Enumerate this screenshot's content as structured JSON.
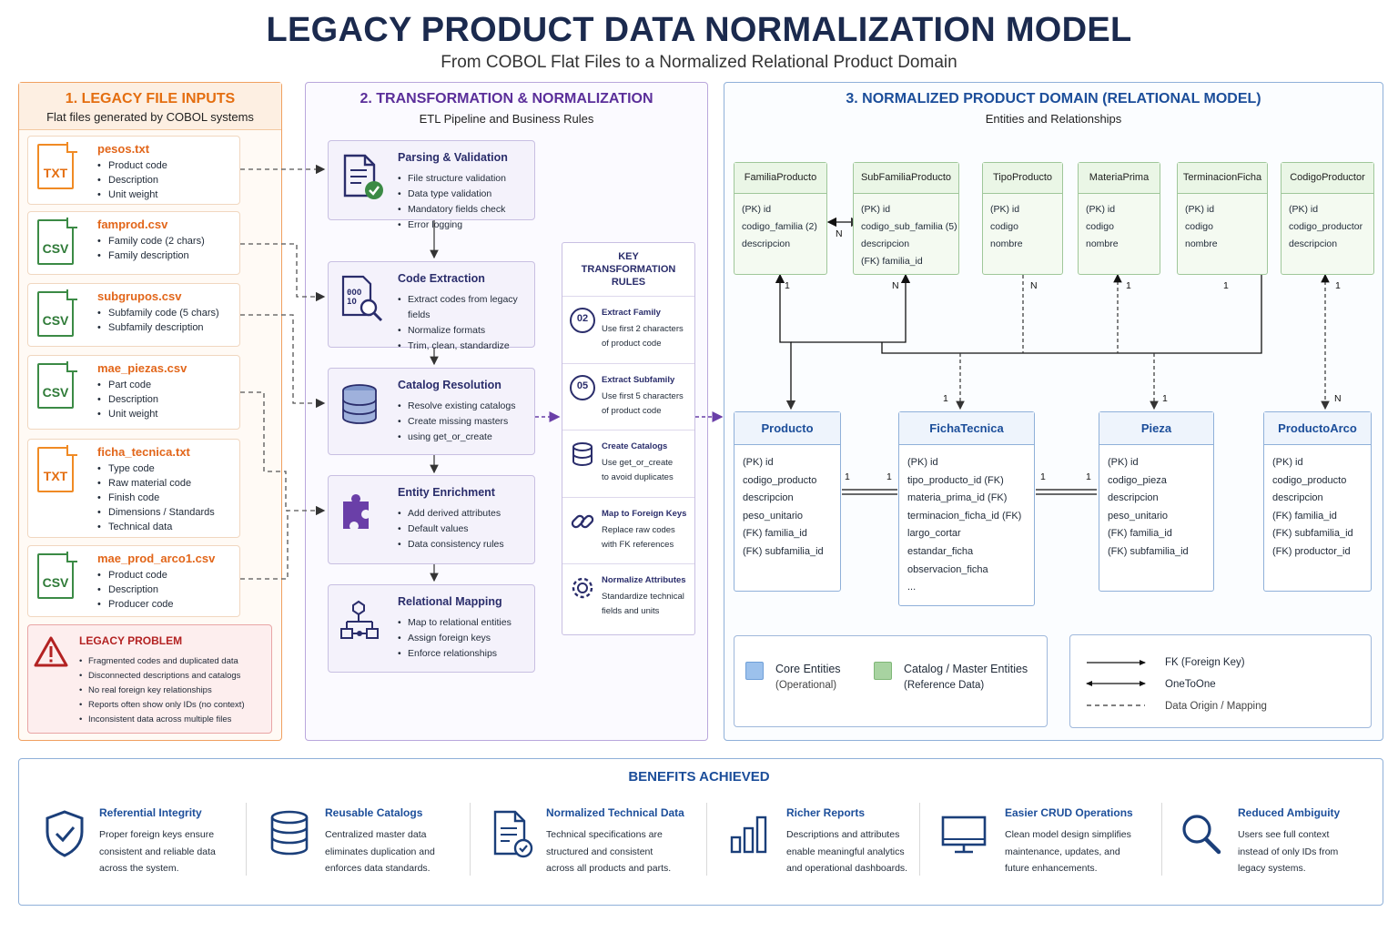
{
  "title": "LEGACY PRODUCT DATA NORMALIZATION MODEL",
  "subtitle": "From COBOL Flat Files to a Normalized Relational Product Domain",
  "colors": {
    "orange": "#f08a24",
    "purple": "#6a3fa8",
    "navy": "#1c4e9a",
    "green": "#3b8a45",
    "red": "#b32222"
  },
  "panel1": {
    "title": "1.  LEGACY FILE INPUTS",
    "subtitle": "Flat files generated by COBOL systems",
    "files": [
      {
        "type": "TXT",
        "name": "pesos.txt",
        "items": [
          "Product code",
          "Description",
          "Unit weight"
        ]
      },
      {
        "type": "CSV",
        "name": "famprod.csv",
        "items": [
          "Family code (2 chars)",
          "Family description"
        ]
      },
      {
        "type": "CSV",
        "name": "subgrupos.csv",
        "items": [
          "Subfamily code (5 chars)",
          "Subfamily description"
        ]
      },
      {
        "type": "CSV",
        "name": "mae_piezas.csv",
        "items": [
          "Part code",
          "Description",
          "Unit weight"
        ]
      },
      {
        "type": "TXT",
        "name": "ficha_tecnica.txt",
        "items": [
          "Type code",
          "Raw material code",
          "Finish code",
          "Dimensions / Standards",
          "Technical data"
        ]
      },
      {
        "type": "CSV",
        "name": "mae_prod_arco1.csv",
        "items": [
          "Product code",
          "Description",
          "Producer code"
        ]
      }
    ],
    "problem": {
      "title": "LEGACY PROBLEM",
      "icon": "warning-icon",
      "items": [
        "Fragmented codes and duplicated data",
        "Disconnected descriptions and catalogs",
        "No real foreign key relationships",
        "Reports often show only IDs (no context)",
        "Inconsistent data across multiple files"
      ]
    }
  },
  "panel2": {
    "title": "2.  TRANSFORMATION & NORMALIZATION",
    "subtitle": "ETL Pipeline and Business Rules",
    "steps": [
      {
        "title": "Parsing & Validation",
        "icon": "document-check-icon",
        "items": [
          "File structure validation",
          "Data type validation",
          "Mandatory fields check",
          "Error logging"
        ]
      },
      {
        "title": "Code Extraction",
        "icon": "binary-search-icon",
        "items": [
          "Extract codes from legacy fields",
          "Normalize formats",
          "Trim, clean, standardize"
        ]
      },
      {
        "title": "Catalog Resolution",
        "icon": "database-icon",
        "items": [
          "Resolve existing catalogs",
          "Create missing masters",
          "using get_or_create"
        ]
      },
      {
        "title": "Entity Enrichment",
        "icon": "puzzle-icon",
        "items": [
          "Add derived attributes",
          "Default values",
          "Data consistency rules"
        ]
      },
      {
        "title": "Relational Mapping",
        "icon": "hierarchy-icon",
        "items": [
          "Map to relational entities",
          "Assign foreign keys",
          "Enforce relationships"
        ]
      }
    ],
    "rules": {
      "title": [
        "KEY",
        "TRANSFORMATION",
        "RULES"
      ],
      "items": [
        {
          "icon": "02",
          "title": "Extract Family",
          "desc": [
            "Use first 2 characters",
            "of product code"
          ]
        },
        {
          "icon": "05",
          "title": "Extract Subfamily",
          "desc": [
            "Use first 5 characters",
            "of product code"
          ]
        },
        {
          "icon": "database-icon",
          "title": "Create Catalogs",
          "desc": [
            "Use get_or_create",
            "to avoid duplicates"
          ]
        },
        {
          "icon": "link-icon",
          "title": "Map to Foreign Keys",
          "desc": [
            "Replace raw codes",
            "with FK references"
          ]
        },
        {
          "icon": "gear-icon",
          "title": "Normalize Attributes",
          "desc": [
            "Standardize technical",
            "fields and units"
          ]
        }
      ]
    }
  },
  "panel3": {
    "title": "3.  NORMALIZED PRODUCT DOMAIN (RELATIONAL MODEL)",
    "subtitle": "Entities and Relationships",
    "catalogs": [
      {
        "name": "FamiliaProducto",
        "fields": [
          "(PK) id",
          "codigo_familia (2)",
          "descripcion"
        ]
      },
      {
        "name": "SubFamiliaProducto",
        "fields": [
          "(PK) id",
          "codigo_sub_familia (5)",
          "descripcion",
          "(FK) familia_id"
        ]
      },
      {
        "name": "TipoProducto",
        "fields": [
          "(PK) id",
          "codigo",
          "nombre"
        ]
      },
      {
        "name": "MateriaPrima",
        "fields": [
          "(PK) id",
          "codigo",
          "nombre"
        ]
      },
      {
        "name": "TerminacionFicha",
        "fields": [
          "(PK) id",
          "codigo",
          "nombre"
        ]
      },
      {
        "name": "CodigoProductor",
        "fields": [
          "(PK) id",
          "codigo_productor",
          "descripcion"
        ]
      }
    ],
    "core": [
      {
        "name": "Producto",
        "fields": [
          "(PK) id",
          "codigo_producto",
          "descripcion",
          "peso_unitario",
          "(FK) familia_id",
          "(FK) subfamilia_id"
        ]
      },
      {
        "name": "FichaTecnica",
        "fields": [
          "(PK) id",
          "tipo_producto_id (FK)",
          "materia_prima_id (FK)",
          "terminacion_ficha_id (FK)",
          "largo_cortar",
          "estandar_ficha",
          "observacion_ficha",
          "..."
        ]
      },
      {
        "name": "Pieza",
        "fields": [
          "(PK) id",
          "codigo_pieza",
          "descripcion",
          "peso_unitario",
          "(FK) familia_id",
          "(FK) subfamilia_id"
        ]
      },
      {
        "name": "ProductoArco",
        "fields": [
          "(PK) id",
          "codigo_producto",
          "descripcion",
          "(FK) familia_id",
          "(FK) subfamilia_id",
          "(FK) productor_id"
        ]
      }
    ],
    "cardinality": {
      "one": "1",
      "many": "N"
    },
    "legend": {
      "core_title": "Core Entities",
      "core_sub": "(Operational)",
      "catalog_title": "Catalog / Master Entities",
      "catalog_sub": "(Reference Data)",
      "fk": "FK (Foreign Key)",
      "oto": "OneToOne",
      "origin": "Data Origin / Mapping"
    }
  },
  "benefits": {
    "title": "BENEFITS ACHIEVED",
    "items": [
      {
        "icon": "shield-check-icon",
        "title": "Referential Integrity",
        "desc": [
          "Proper foreign keys ensure",
          "consistent and reliable data",
          "across the system."
        ]
      },
      {
        "icon": "database-icon",
        "title": "Reusable Catalogs",
        "desc": [
          "Centralized master data",
          "eliminates duplication and",
          "enforces data standards."
        ]
      },
      {
        "icon": "document-check-icon",
        "title": "Normalized Technical Data",
        "desc": [
          "Technical specifications are",
          "structured and consistent",
          "across all products and parts."
        ]
      },
      {
        "icon": "bar-chart-icon",
        "title": "Richer Reports",
        "desc": [
          "Descriptions and attributes",
          "enable meaningful analytics",
          "and operational dashboards."
        ]
      },
      {
        "icon": "monitor-icon",
        "title": "Easier CRUD Operations",
        "desc": [
          "Clean model design simplifies",
          "maintenance, updates, and",
          "future enhancements."
        ]
      },
      {
        "icon": "search-icon",
        "title": "Reduced Ambiguity",
        "desc": [
          "Users see full context",
          "instead of only IDs from",
          "legacy systems."
        ]
      }
    ]
  }
}
